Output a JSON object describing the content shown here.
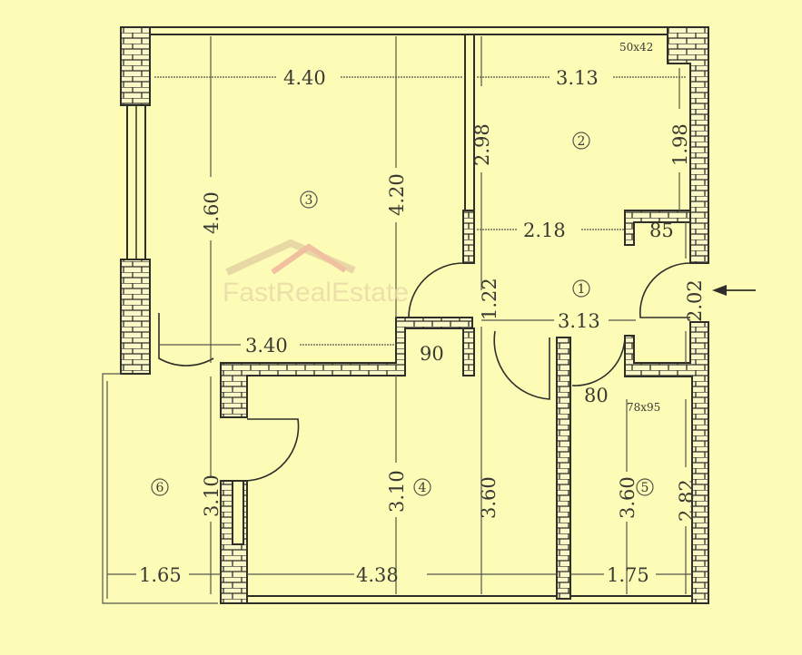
{
  "watermark": "FastRealEstate",
  "rooms": [
    {
      "number": "1"
    },
    {
      "number": "2"
    },
    {
      "number": "3"
    },
    {
      "number": "4"
    },
    {
      "number": "5"
    },
    {
      "number": "6"
    }
  ],
  "dimensions": {
    "room3_width": "4.40",
    "room2_width": "3.13",
    "room3_height": "4.60",
    "room3_height_inner": "4.20",
    "room2_height": "2.98",
    "room2_right_height": "1.98",
    "hall_width": "2.18",
    "closet_width": "85",
    "hall_height": "1.22",
    "entry_height": "2.02",
    "hall_length": "3.13",
    "room3_bottom": "3.40",
    "niche": "90",
    "door5": "80",
    "room6_height": "3.10",
    "room4_height": "3.10",
    "room4_height_right": "3.60",
    "room5_height": "3.60",
    "room5_height_right": "2.82",
    "room6_width": "1.65",
    "room4_width": "4.38",
    "room5_width": "1.75"
  },
  "notes": {
    "window_top": "50x42",
    "window_bath": "78x95"
  },
  "icons": {
    "entrance": "arrow-left-icon"
  }
}
